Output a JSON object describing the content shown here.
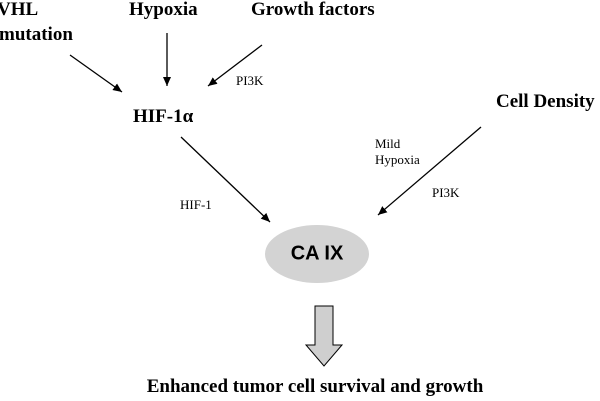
{
  "nodes": {
    "vhl": "VHL",
    "mutation": "mutation",
    "hypoxia": "Hypoxia",
    "growth_factors": "Growth factors",
    "hif1a": "HIF-1α",
    "cell_density": "Cell Density",
    "ca_ix": "CA IX",
    "outcome": "Enhanced tumor cell survival and growth"
  },
  "edge_labels": {
    "pi3k_growth": "PI3K",
    "hif1": "HIF-1",
    "mild": "Mild",
    "hypoxia_small": "Hypoxia",
    "pi3k_density": "PI3K"
  },
  "colors": {
    "ellipse_fill": "#d3d3d3",
    "block_arrow_fill": "#cfcfcf",
    "stroke": "#000000"
  }
}
